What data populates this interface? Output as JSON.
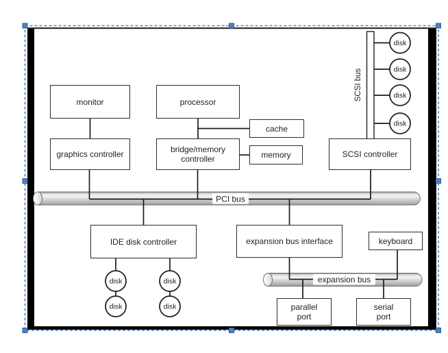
{
  "diagram": {
    "boxes": {
      "monitor": {
        "label": "monitor"
      },
      "processor": {
        "label": "processor"
      },
      "graphics_controller": {
        "label": "graphics controller"
      },
      "bridge_memory_controller": {
        "label": "bridge/memory\ncontroller"
      },
      "cache": {
        "label": "cache"
      },
      "memory": {
        "label": "memory"
      },
      "scsi_controller": {
        "label": "SCSI controller"
      },
      "ide_disk_controller": {
        "label": "IDE disk controller"
      },
      "expansion_bus_interface": {
        "label": "expansion bus interface"
      },
      "keyboard": {
        "label": "keyboard"
      },
      "parallel_port": {
        "label": "parallel\nport"
      },
      "serial_port": {
        "label": "serial\nport"
      }
    },
    "buses": {
      "pci": {
        "label": "PCI bus"
      },
      "expansion": {
        "label": "expansion bus"
      },
      "scsi": {
        "label": "SCSI bus"
      }
    },
    "disk_label": "disk",
    "colors": {
      "connector_line": "#1a1a1a",
      "box_border": "#2b2b2b",
      "bus_outline": "#6f6f6f",
      "frame": "#000000",
      "selection_accent": "#4f81bd"
    }
  }
}
